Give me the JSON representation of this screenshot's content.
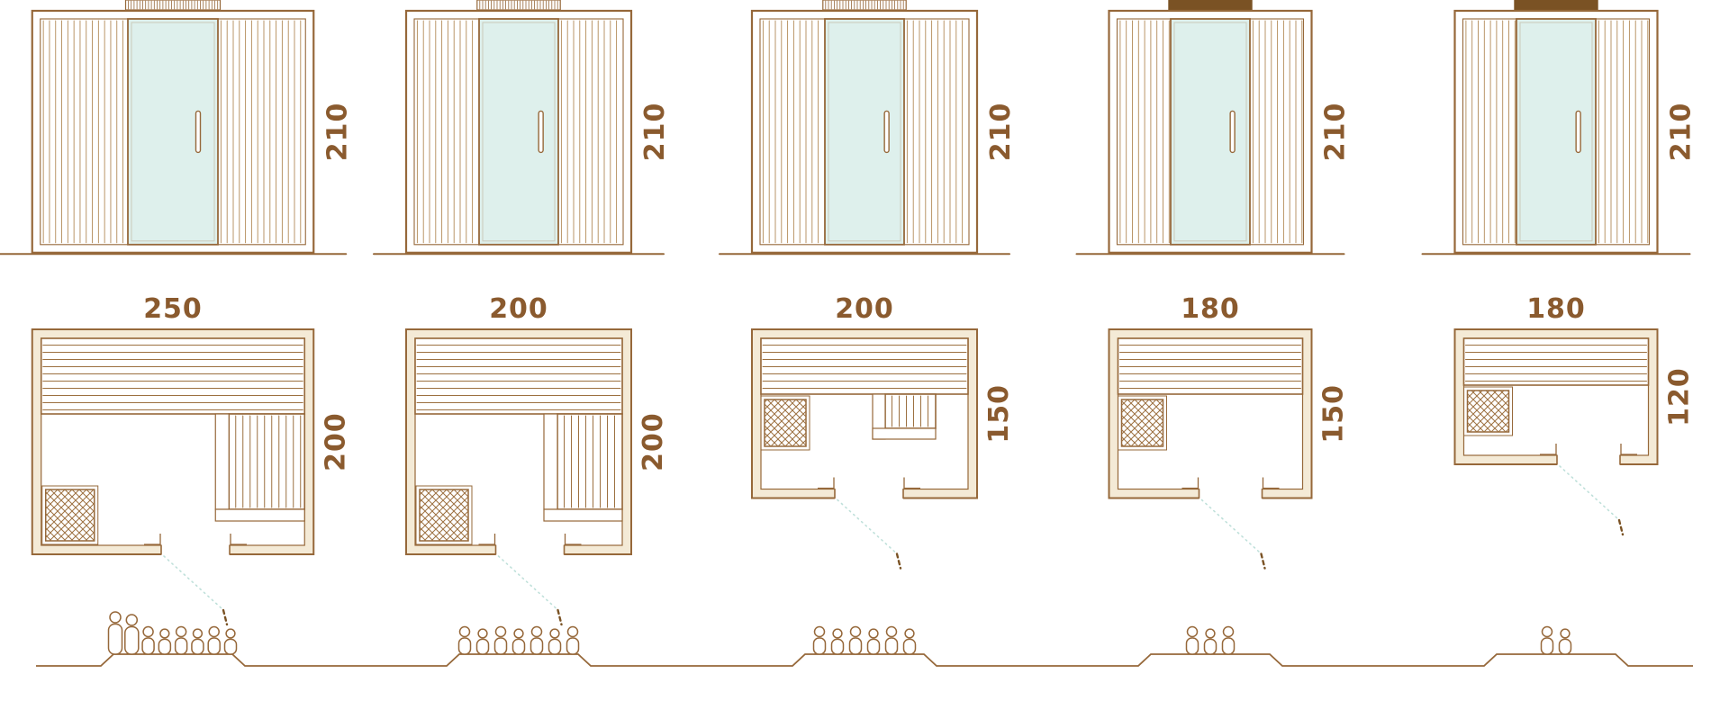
{
  "colors": {
    "line": "#96683a",
    "line_dark": "#7a5224",
    "slat": "#b28a58",
    "plank": "#9c7040",
    "text": "#8a5a2e",
    "glass_fill": "#def0ec",
    "wall_fill": "#f4ead6",
    "swing": "#bfe0da",
    "white": "#ffffff"
  },
  "models": [
    {
      "id": "sauna-250x200",
      "front": {
        "height_cm": 210,
        "height_label": "210",
        "vent": "striped"
      },
      "plan": {
        "width_cm": 250,
        "depth_cm": 200,
        "width_label": "250",
        "depth_label": "200",
        "bench_layout": "L-right",
        "heater_position": "bottom-left",
        "door_position": 0.58
      },
      "capacity_people": 8
    },
    {
      "id": "sauna-200x200",
      "front": {
        "height_cm": 210,
        "height_label": "210",
        "vent": "striped"
      },
      "plan": {
        "width_cm": 200,
        "depth_cm": 200,
        "width_label": "200",
        "depth_label": "200",
        "bench_layout": "L-right",
        "heater_position": "bottom-left",
        "door_position": 0.55
      },
      "capacity_people": 7
    },
    {
      "id": "sauna-200x150",
      "front": {
        "height_cm": 210,
        "height_label": "210",
        "vent": "striped"
      },
      "plan": {
        "width_cm": 200,
        "depth_cm": 150,
        "width_label": "200",
        "depth_label": "150",
        "bench_layout": "straight-with-step",
        "heater_position": "left",
        "door_position": 0.52
      },
      "capacity_people": 6
    },
    {
      "id": "sauna-180x150",
      "front": {
        "height_cm": 210,
        "height_label": "210",
        "vent": "solid"
      },
      "plan": {
        "width_cm": 180,
        "depth_cm": 150,
        "width_label": "180",
        "depth_label": "150",
        "bench_layout": "straight",
        "heater_position": "left",
        "door_position": 0.6
      },
      "capacity_people": 3
    },
    {
      "id": "sauna-180x120",
      "front": {
        "height_cm": 210,
        "height_label": "210",
        "vent": "solid"
      },
      "plan": {
        "width_cm": 180,
        "depth_cm": 120,
        "width_label": "180",
        "depth_label": "120",
        "bench_layout": "straight",
        "heater_position": "left",
        "door_position": 0.66
      },
      "capacity_people": 2
    }
  ]
}
